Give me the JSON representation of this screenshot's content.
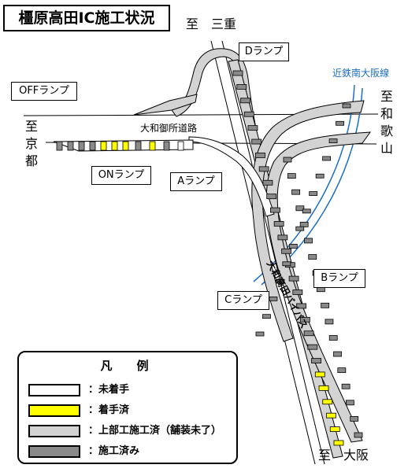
{
  "title": "橿原高田IC施工状況",
  "directions": {
    "to_mie": "至　三重",
    "to_kyoto": "至京都",
    "to_wakayama": "至和歌山",
    "to_osaka": "至　大阪"
  },
  "ramps": {
    "d": "Dランプ",
    "off": "OFFランプ",
    "on": "ONランプ",
    "a": "Aランプ",
    "b": "Bランプ",
    "c": "Cランプ"
  },
  "roads": {
    "yamato_gosho": "大和御所道路",
    "bypass": "大和高田バイパス",
    "railway": "近鉄南大阪線"
  },
  "legend": {
    "title": "凡　例",
    "items": [
      {
        "label": "：未着手",
        "color": "#ffffff"
      },
      {
        "label": "：着手済",
        "color": "#ffff00"
      },
      {
        "label": "：上部工施工済（舗装未了）",
        "color": "#d3d3d3"
      },
      {
        "label": "：施工済み",
        "color": "#8a8a8a"
      }
    ]
  },
  "colors": {
    "not_started": "#ffffff",
    "started": "#ffff00",
    "superstructure": "#d3d3d3",
    "completed": "#8a8a8a",
    "railway": "#1a6fc4"
  }
}
